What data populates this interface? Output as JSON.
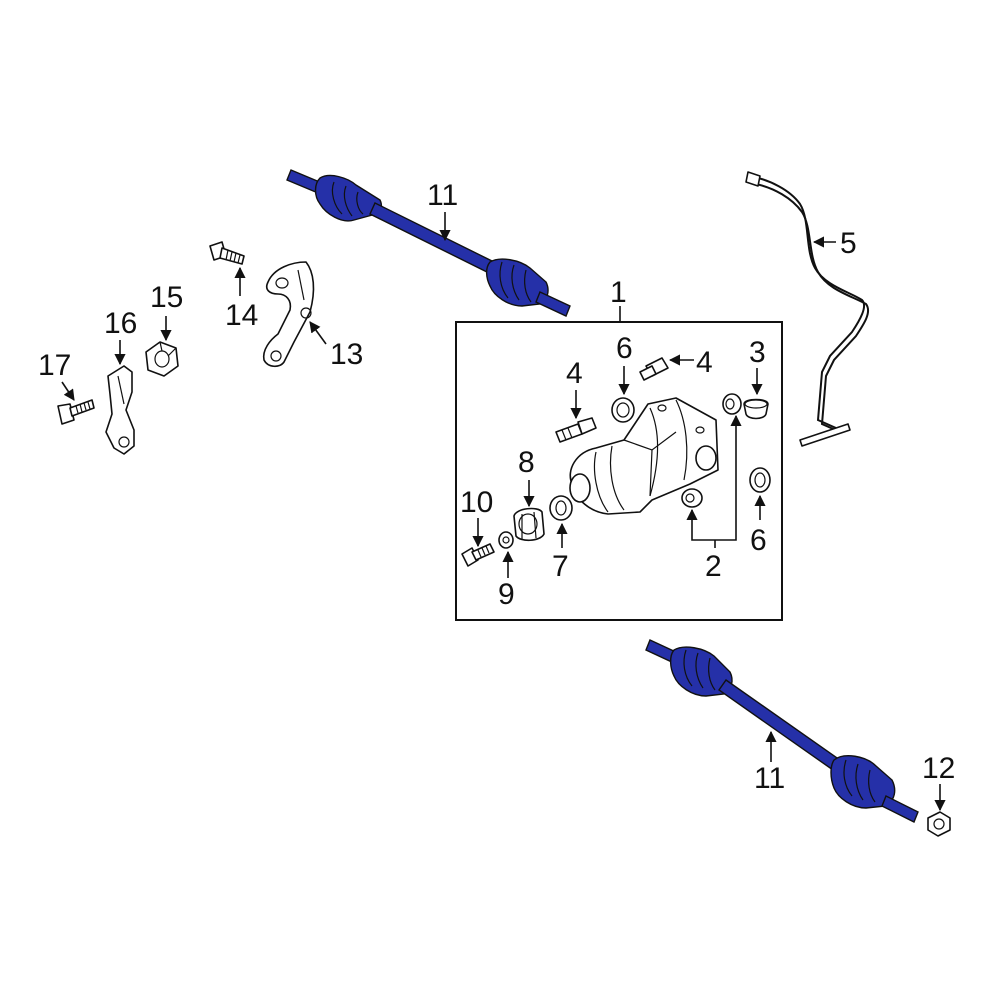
{
  "colors": {
    "highlight": "#2530a8",
    "highlight_dark": "#141c78",
    "line": "#111111",
    "background": "#ffffff"
  },
  "callouts": {
    "c1": "1",
    "c2": "2",
    "c3": "3",
    "c4a": "4",
    "c4b": "4",
    "c5": "5",
    "c6a": "6",
    "c6b": "6",
    "c7": "7",
    "c8": "8",
    "c9": "9",
    "c10": "10",
    "c11a": "11",
    "c11b": "11",
    "c12": "12",
    "c13": "13",
    "c14": "14",
    "c15": "15",
    "c16": "16",
    "c17": "17"
  }
}
